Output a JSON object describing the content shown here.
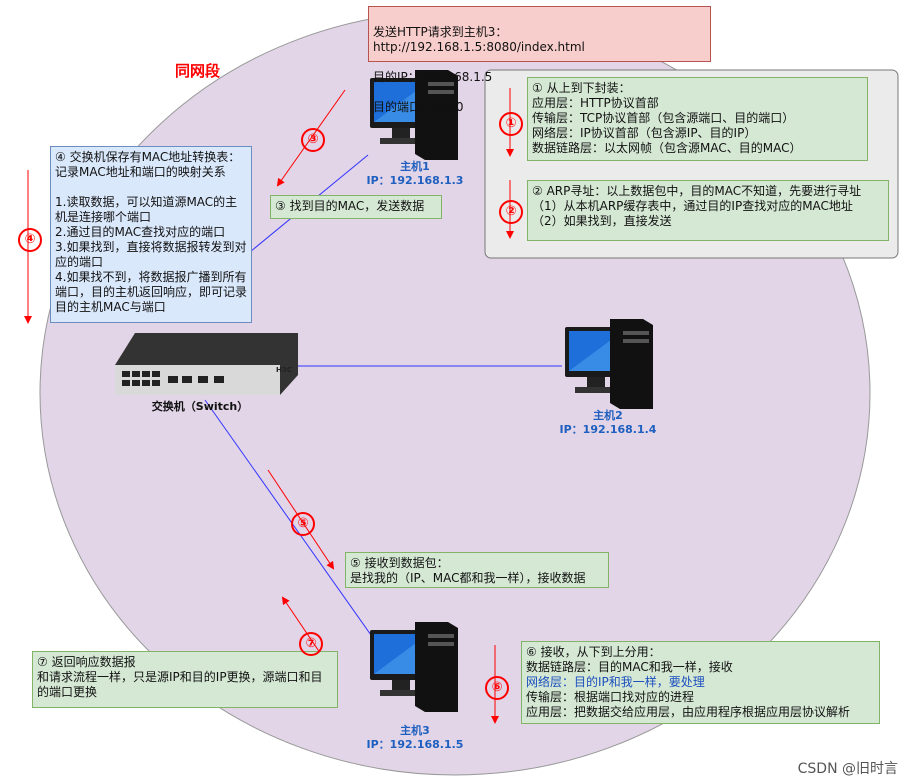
{
  "segment_label": "同网段",
  "request_box": {
    "lines": [
      "发送HTTP请求到主机3：http://192.168.1.5:8080/index.html",
      "目的IP：192.168.1.5",
      "目的端口：8080"
    ]
  },
  "hosts": [
    {
      "name": "主机1",
      "ip": "IP：192.168.1.3"
    },
    {
      "name": "主机2",
      "ip": "IP：192.168.1.4"
    },
    {
      "name": "主机3",
      "ip": "IP：192.168.1.5"
    }
  ],
  "switch": {
    "label": "交换机（Switch）",
    "brand": "H3C"
  },
  "step_numbers": [
    "①",
    "②",
    "③",
    "④",
    "⑤",
    "⑥",
    "⑦"
  ],
  "step1": "① 从上到下封装：\n应用层：HTTP协议首部\n传输层：TCP协议首部（包含源端口、目的端口）\n网络层：IP协议首部（包含源IP、目的IP）\n数据链路层：以太网帧（包含源MAC、目的MAC）",
  "step2": "② ARP寻址：以上数据包中，目的MAC不知道，先要进行寻址\n（1）从本机ARP缓存表中，通过目的IP查找对应的MAC地址\n（2）如果找到，直接发送",
  "step3": "③ 找到目的MAC，发送数据",
  "step4": "④ 交换机保存有MAC地址转换表：\n记录MAC地址和端口的映射关系\n\n1.读取数据，可以知道源MAC的主机是连接哪个端口\n2.通过目的MAC查找对应的端口\n3.如果找到，直接将数据报转发到对应的端口\n4.如果找不到，将数据报广播到所有端口，目的主机返回响应，即可记录目的主机MAC与端口",
  "step5": "⑤ 接收到数据包：\n是找我的（IP、MAC都和我一样），接收数据",
  "step6": {
    "title": "⑥ 接收，从下到上分用：",
    "lines": [
      "数据链路层：目的MAC和我一样，接收",
      "网络层：目的IP和我一样，要处理",
      "传输层：根据端口找对应的进程",
      "应用层：把数据交给应用层，由应用程序根据应用层协议解析"
    ]
  },
  "step7": "⑦ 返回响应数据报\n和请求流程一样，只是源IP和目的IP更换，源端口和目的端口更换",
  "watermark": "CSDN @旧时言",
  "colors": {
    "segment": "#e1d5e7",
    "link": "#3333ff",
    "arrow": "#ff0000",
    "host_label": "#1f5fbf"
  }
}
